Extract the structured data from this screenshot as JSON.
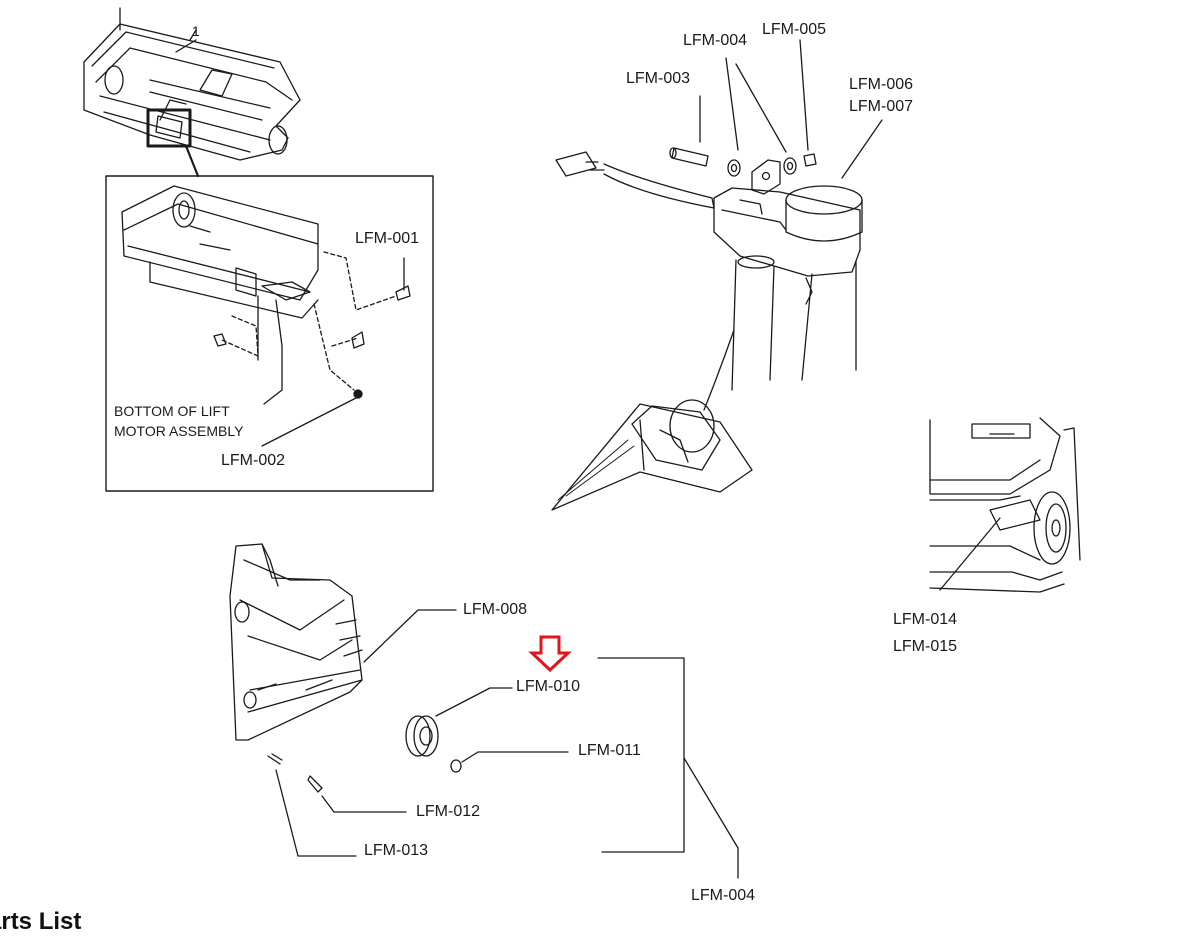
{
  "labels": {
    "lfm001": "LFM-001",
    "lfm002": "LFM-002",
    "lfm003": "LFM-003",
    "lfm004_top": "LFM-004",
    "lfm005": "LFM-005",
    "lfm006": "LFM-006",
    "lfm007": "LFM-007",
    "lfm008": "LFM-008",
    "lfm010": "LFM-010",
    "lfm011": "LFM-011",
    "lfm012": "LFM-012",
    "lfm013": "LFM-013",
    "lfm004_bottom": "LFM-004",
    "lfm014": "LFM-014",
    "lfm015": "LFM-015",
    "bottom_line1": "BOTTOM OF LIFT",
    "bottom_line2": "MOTOR ASSEMBLY",
    "callout_number": "1"
  },
  "section_heading": "arts List",
  "colors": {
    "line": "#1a1a1a",
    "highlight_arrow": "#e0161b"
  },
  "icons": {
    "highlight": "down-arrow-icon"
  }
}
